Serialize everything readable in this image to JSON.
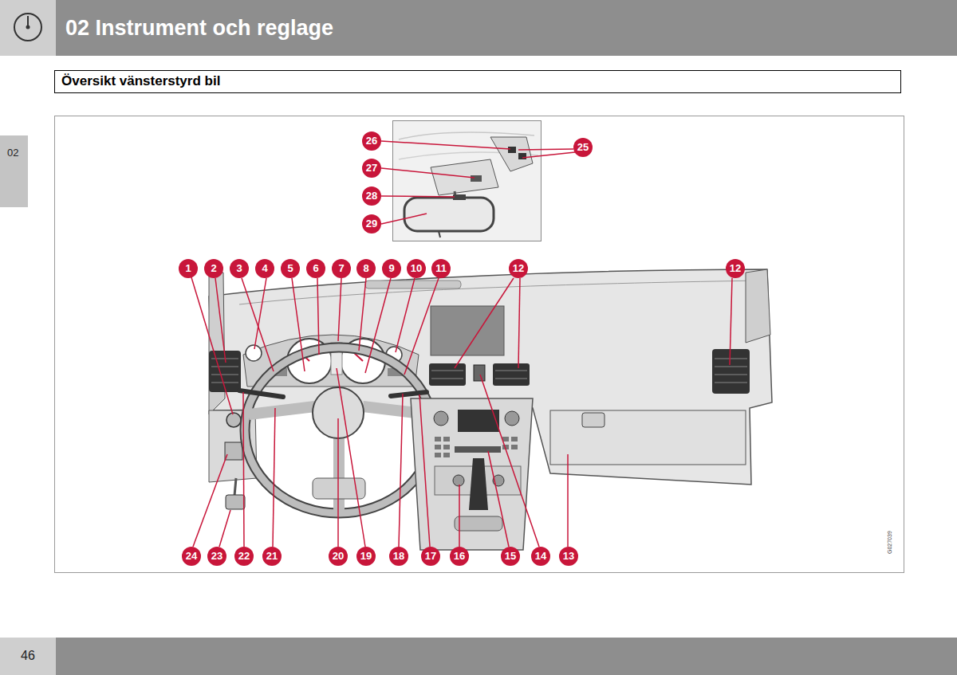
{
  "diagram": {
    "title": "02 Instrument och reglage",
    "nodes": [
      {
        "text": [
          "Översikt vänsterstyrd bil"
        ]
      }
    ],
    "labels": [
      "02",
      "46",
      "G027039",
      "1",
      "2",
      "3",
      "4",
      "5",
      "6",
      "7",
      "8",
      "9",
      "10",
      "11",
      "12",
      "12",
      "13",
      "14",
      "15",
      "16",
      "17",
      "18",
      "19",
      "20",
      "21",
      "22",
      "23",
      "24",
      "25",
      "26",
      "27",
      "28",
      "29"
    ]
  }
}
